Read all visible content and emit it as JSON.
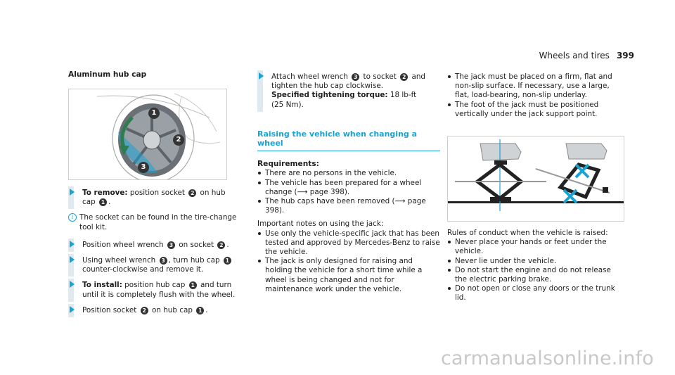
{
  "header": {
    "section": "Wheels and tires",
    "page": "399"
  },
  "col1": {
    "title": "Aluminum hub cap",
    "figure_callouts": [
      "1",
      "2",
      "3"
    ],
    "steps": [
      {
        "pre": "To remove:",
        "parts": [
          " position socket ",
          "2",
          " on hub cap ",
          "1",
          "."
        ]
      },
      {
        "parts": [
          "Position wheel wrench ",
          "3",
          " on socket ",
          "2",
          "."
        ]
      },
      {
        "parts": [
          "Using wheel wrench ",
          "3",
          ", turn hub cap ",
          "1",
          " counter-clockwise and remove it."
        ]
      },
      {
        "pre": "To install:",
        "parts": [
          " position hub cap ",
          "1",
          " and turn until it is completely flush with the wheel."
        ]
      },
      {
        "parts": [
          "Position socket ",
          "2",
          " on hub cap ",
          "1",
          "."
        ]
      }
    ],
    "note": "The socket can be found in the tire-change tool kit."
  },
  "col2": {
    "step": {
      "parts": [
        "Attach wheel wrench ",
        "3",
        " to socket ",
        "2",
        " and tighten the hub cap clockwise."
      ]
    },
    "torque_label": "Specified tightening torque:",
    "torque_value": " 18 lb-ft",
    "torque_metric": "(25 Nm).",
    "section_title": "Raising the vehicle when changing a wheel",
    "req_label": "Requirements:",
    "requirements": [
      "There are no persons in the vehicle.",
      "The vehicle has been prepared for a wheel change (⟶ page 398).",
      "The hub caps have been removed (⟶ page 398)."
    ],
    "notes_intro": "Important notes on using the jack:",
    "notes": [
      "Use only the vehicle-specific jack that has been tested and approved by Mercedes-Benz to raise the vehicle.",
      "The jack is only designed for raising and holding the vehicle for a short time while a wheel is being changed and not for maintenance work under the vehicle."
    ]
  },
  "col3": {
    "bullets_top": [
      "The jack must be placed on a firm, flat and non-slip surface. If necessary, use a large, flat, load-bearing, non-slip underlay.",
      "The foot of the jack must be positioned vertically under the jack support point."
    ],
    "rules_intro": "Rules of conduct when the vehicle is raised:",
    "rules": [
      "Never place your hands or feet under the vehicle.",
      "Never lie under the vehicle.",
      "Do not start the engine and do not release the electric parking brake.",
      "Do not open or close any doors or the trunk lid."
    ]
  },
  "watermark": "carmanualsonline.info",
  "colors": {
    "accent": "#1aa3d1",
    "step_bar": "#dfe9f0",
    "cross": "#1aa3d1"
  }
}
